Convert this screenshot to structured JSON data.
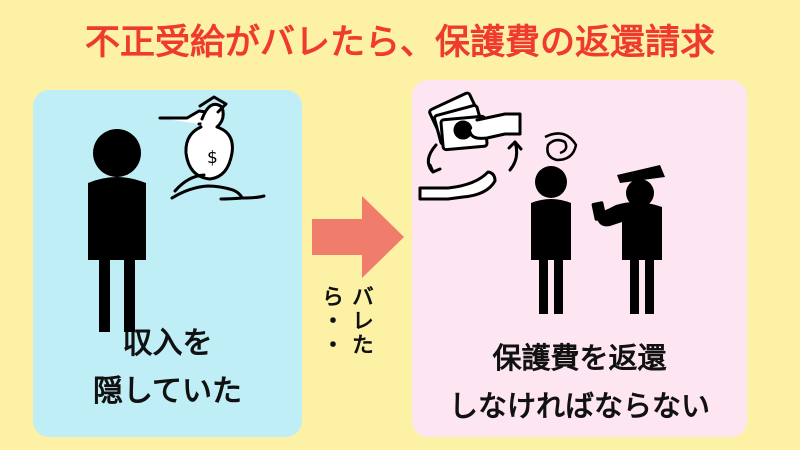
{
  "title": "不正受給がバレたら、保護費の返還請求",
  "left_panel": {
    "line1": "収入を",
    "line2": "隠していた"
  },
  "middle": {
    "caption": "バレたら・・"
  },
  "right_panel": {
    "line1": "保護費を返還",
    "line2": "しなければならない"
  },
  "colors": {
    "background": "#fdf1a6",
    "title": "#ef3b2f",
    "left_panel": "#bfeef7",
    "right_panel": "#fde6f1",
    "arrow": "#f07c6c"
  },
  "icons": {
    "left_person": "person-icon",
    "money_bag_handover": "money-bag-handover-icon",
    "cash_exchange": "cash-exchange-icon",
    "confused_person": "confused-person-icon",
    "officer": "officer-icon",
    "arrow": "arrow-right-icon"
  }
}
